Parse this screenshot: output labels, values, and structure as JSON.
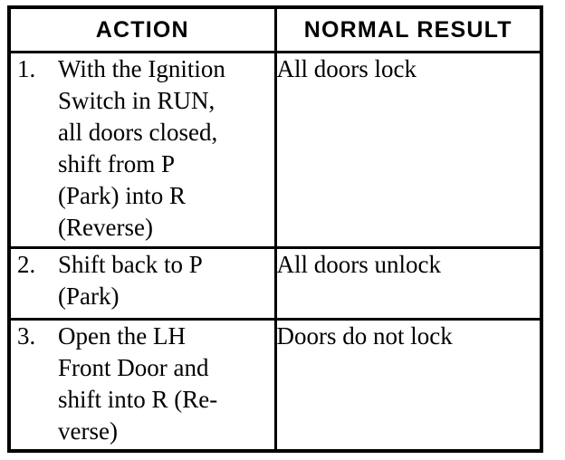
{
  "document": {
    "type": "diagnostic-procedure-table",
    "columns": [
      "ACTION",
      "NORMAL RESULT"
    ]
  },
  "table": {
    "headers": {
      "action": "ACTION",
      "result": "NORMAL RESULT"
    },
    "rows": [
      {
        "number": "1.",
        "action_lines": [
          "With the Ignition",
          "Switch in RUN,",
          "all doors closed,",
          "shift from P",
          "(Park) into R",
          "(Reverse)"
        ],
        "action_text": "With the Ignition Switch in RUN, all doors closed, shift from P (Park) into R (Reverse)",
        "result": "All doors lock"
      },
      {
        "number": "2.",
        "action_lines": [
          "Shift back to P",
          "(Park)"
        ],
        "action_text": "Shift back to P (Park)",
        "result": "All doors unlock"
      },
      {
        "number": "3.",
        "action_lines": [
          "Open the LH",
          "Front Door and",
          "shift into R (Re-",
          "verse)"
        ],
        "action_text": "Open the LH Front Door and shift into R (Reverse)",
        "result": "Doors do not lock"
      }
    ]
  },
  "colors": {
    "ink": "#000000",
    "paper": "#ffffff"
  }
}
